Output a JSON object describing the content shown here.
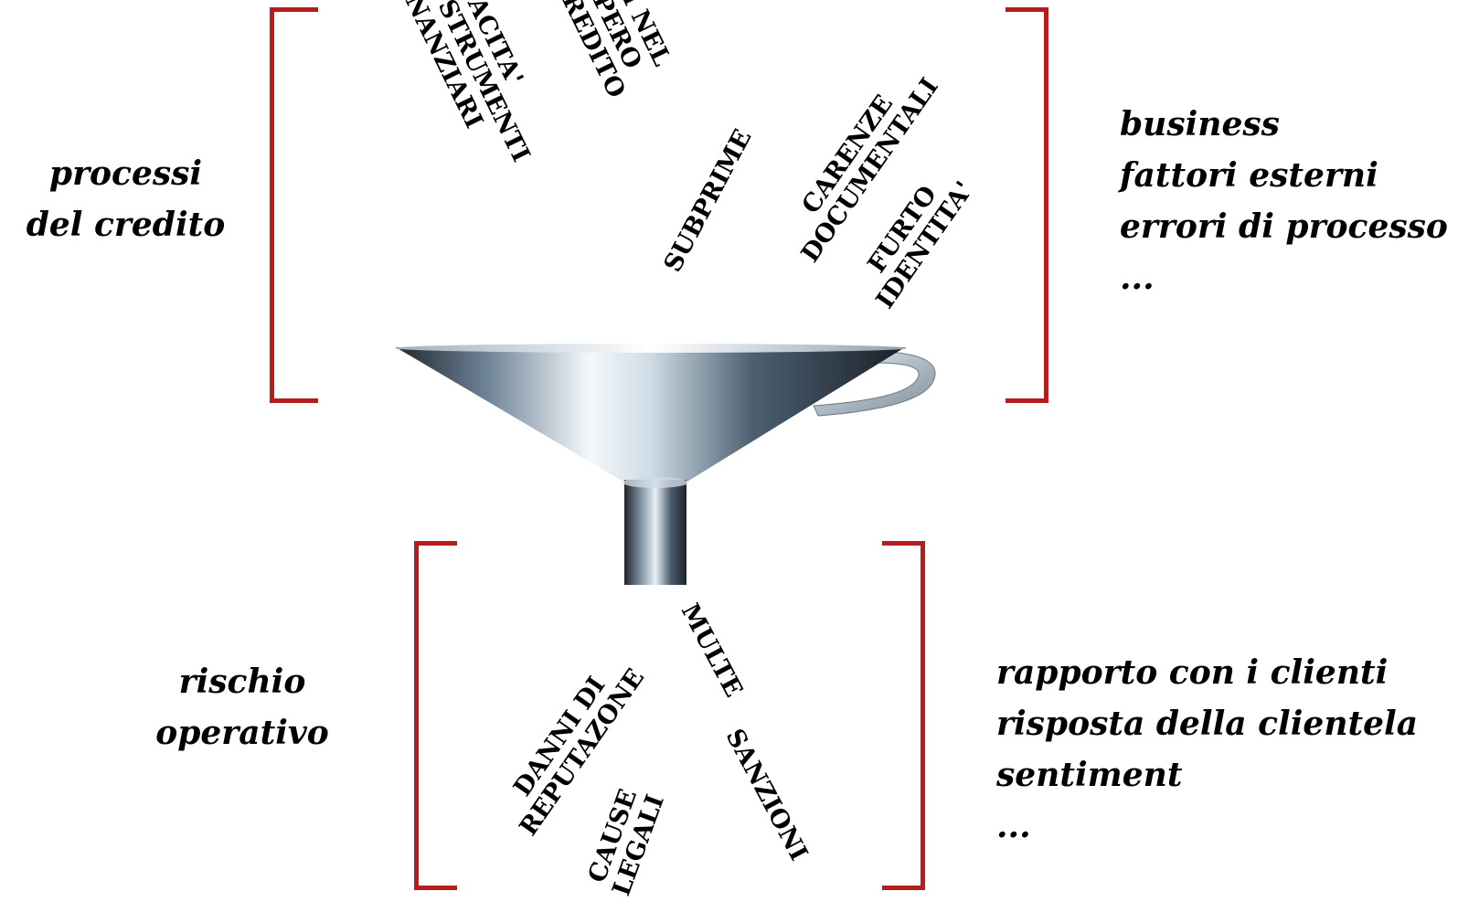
{
  "top_section": {
    "left_label": [
      "processi",
      "del credito"
    ],
    "right_list": [
      "business",
      "fattori esterni",
      "errori di processo",
      "..."
    ],
    "tags": [
      {
        "id": "opacita",
        "lines": [
          "OPACITA'",
          "DEGLI STRUMENTI",
          "FINANZIARI"
        ]
      },
      {
        "id": "errori",
        "lines": [
          "ERRORI NEL",
          "RECUPERO",
          "DEL CREDITO"
        ]
      },
      {
        "id": "subprime",
        "lines": [
          "SUBPRIME"
        ]
      },
      {
        "id": "carenze",
        "lines": [
          "CARENZE",
          "DOCUMENTALI"
        ]
      },
      {
        "id": "furto",
        "lines": [
          "FURTO",
          "IDENTITA'"
        ]
      }
    ]
  },
  "bottom_section": {
    "left_label": [
      "rischio",
      "operativo"
    ],
    "right_list": [
      "rapporto con i clienti",
      "risposta della clientela",
      "sentiment",
      "..."
    ],
    "tags": [
      {
        "id": "multe",
        "lines": [
          "MULTE"
        ]
      },
      {
        "id": "danni",
        "lines": [
          "DANNI DI",
          "REPUTAZONE"
        ]
      },
      {
        "id": "sanzioni",
        "lines": [
          "SANZIONI"
        ]
      },
      {
        "id": "cause",
        "lines": [
          "CAUSE",
          "LEGALI"
        ]
      }
    ]
  },
  "colors": {
    "bracket": "#b71c1c",
    "text": "#000000"
  },
  "icons": {
    "center": "funnel-icon"
  }
}
